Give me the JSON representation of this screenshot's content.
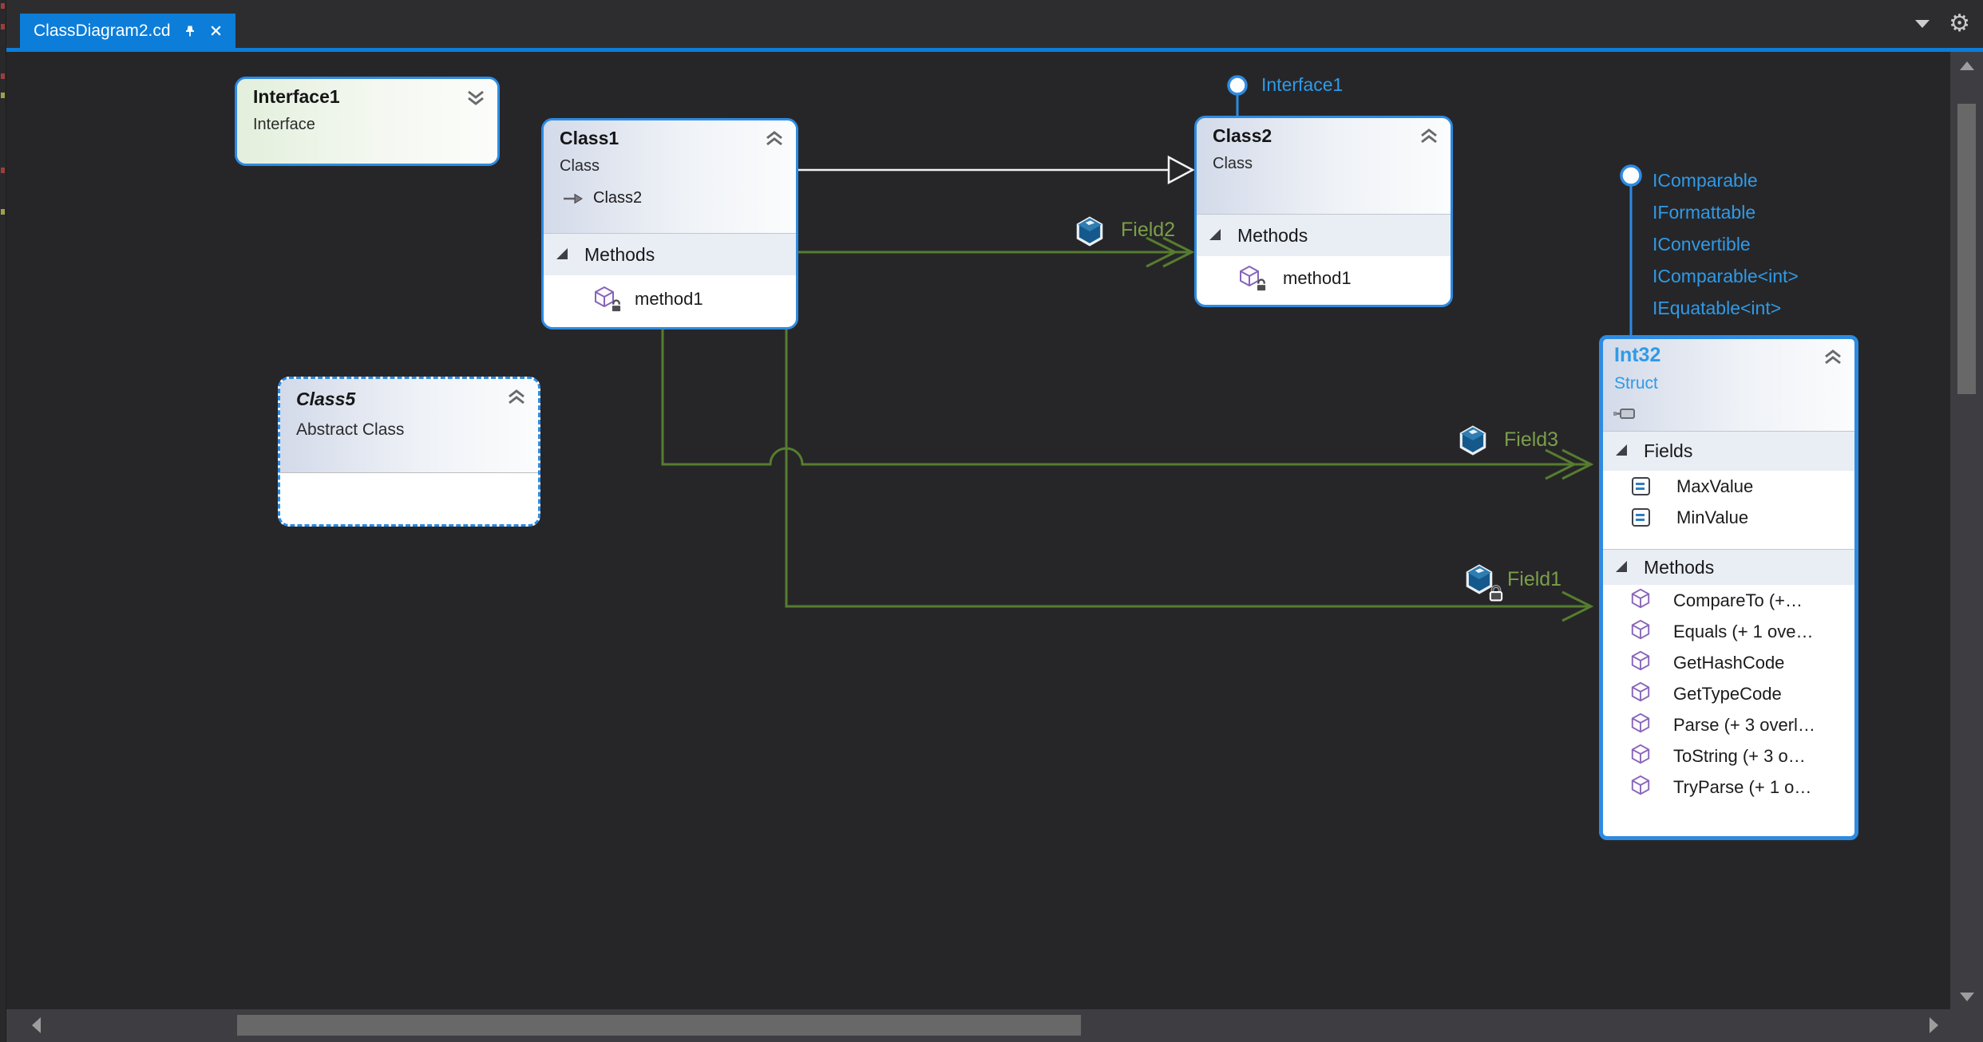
{
  "tab": {
    "title": "ClassDiagram2.cd"
  },
  "colors": {
    "accent": "#0C7DD8",
    "connector_green": "#567D2F",
    "connector_label_green": "#7C9E4A",
    "interface_blue": "#2F9AE8",
    "entity_border_blue": "#2D8BE2"
  },
  "entities": {
    "interface1": {
      "title": "Interface1",
      "subtitle": "Interface"
    },
    "class1": {
      "title": "Class1",
      "subtitle": "Class",
      "association_target": "Class2",
      "methods_header": "Methods",
      "methods": [
        "method1"
      ]
    },
    "class2": {
      "title": "Class2",
      "subtitle": "Class",
      "lollipop_label": "Interface1",
      "methods_header": "Methods",
      "methods": [
        "method1"
      ]
    },
    "class5": {
      "title": "Class5",
      "subtitle": "Abstract Class"
    },
    "int32": {
      "title": "Int32",
      "subtitle": "Struct",
      "lollipop_interfaces": [
        "IComparable",
        "IFormattable",
        "IConvertible",
        "IComparable<int>",
        "IEquatable<int>"
      ],
      "fields_header": "Fields",
      "fields": [
        "MaxValue",
        "MinValue"
      ],
      "methods_header": "Methods",
      "methods": [
        "CompareTo  (+…",
        "Equals (+ 1 ove…",
        "GetHashCode",
        "GetTypeCode",
        "Parse (+ 3 overl…",
        "ToString (+ 3 o…",
        "TryParse (+ 1 o…"
      ]
    }
  },
  "association_labels": {
    "field1": "Field1",
    "field2": "Field2",
    "field3": "Field3"
  }
}
